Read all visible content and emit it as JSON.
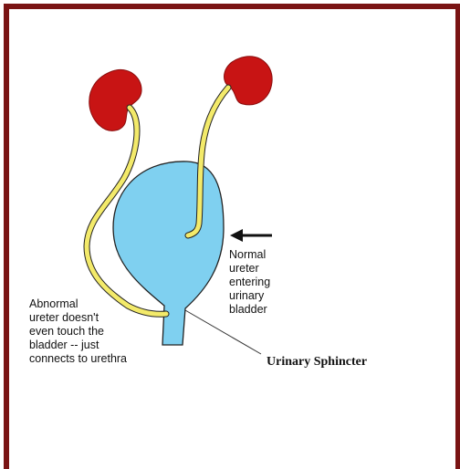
{
  "colors": {
    "frame": "#7a1414",
    "kidney": "#c81414",
    "bladder": "#7fd0f0",
    "ureter": "#f3ea6a",
    "outline": "#222222"
  },
  "labels": {
    "abnormal": "Abnormal\nureter doesn't\neven touch the\nbladder -- just\nconnects to urethra",
    "normal": "Normal\nureter\nentering\nurinary\nbladder",
    "sphincter": "Urinary Sphincter"
  },
  "icons": {
    "arrow": "left-arrow-icon"
  }
}
